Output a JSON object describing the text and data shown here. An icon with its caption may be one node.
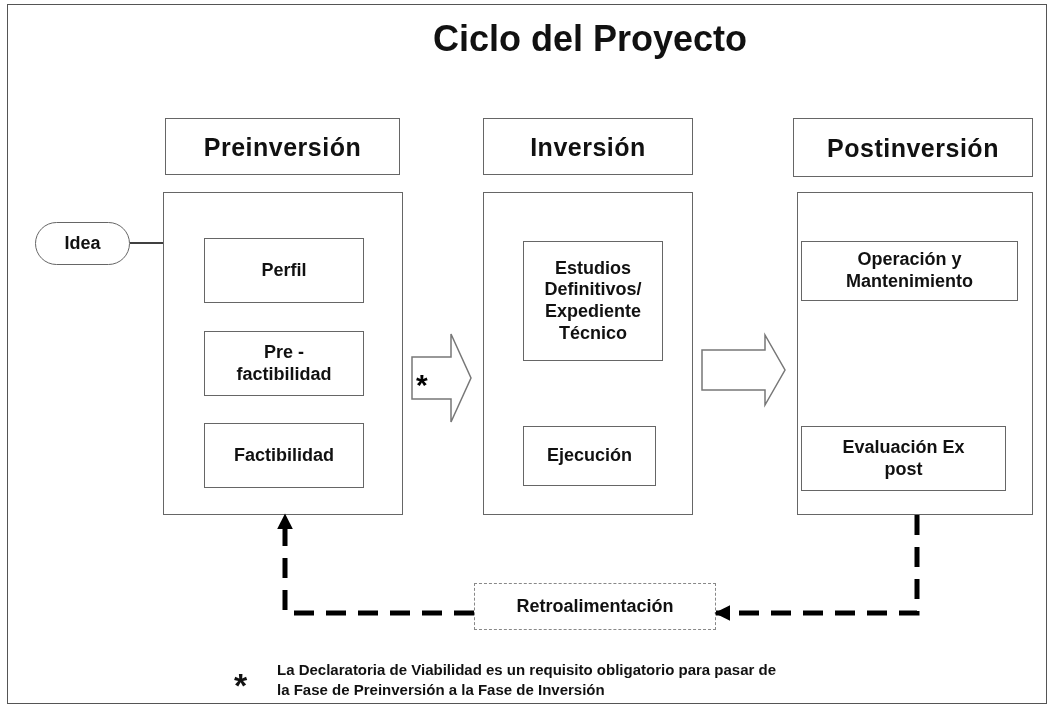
{
  "diagram": {
    "title": "Ciclo del Proyecto",
    "nodes": [
      {
        "text": [
          "Preinversión"
        ]
      },
      {
        "text": [
          "Inversión"
        ]
      },
      {
        "text": [
          "Postinversión"
        ]
      },
      {
        "text": [
          "Idea"
        ]
      },
      {
        "text": [],
        "shape": "box"
      },
      {
        "text": [
          "Perfil"
        ],
        "in": 4
      },
      {
        "text": [
          "Pre - factibilidad"
        ],
        "in": 4
      },
      {
        "text": [
          "Factibilidad"
        ],
        "in": 4
      },
      {
        "text": [],
        "shape": "box"
      },
      {
        "text": [
          "Estudios Definitivos/ Expediente Técnico"
        ],
        "in": 8
      },
      {
        "text": [
          "Ejecución"
        ],
        "in": 8
      },
      {
        "text": [],
        "shape": "box"
      },
      {
        "text": [
          "Operación y Mantenimiento"
        ],
        "in": 11
      },
      {
        "text": [
          "Evaluación Ex post"
        ],
        "in": 11
      },
      {
        "text": [
          "Retroalimentación"
        ]
      }
    ],
    "edges": [
      {
        "from": 3,
        "to": 4,
        "arrow": "none"
      },
      {
        "from": 4,
        "to": 8,
        "arrow": "to",
        "label": "*"
      },
      {
        "from": 8,
        "to": 11,
        "arrow": "to"
      },
      {
        "from": 11,
        "to": 14,
        "arrow": "to",
        "style": "dashed"
      },
      {
        "from": 14,
        "to": 4,
        "arrow": "to",
        "style": "dashed"
      }
    ],
    "labels": [
      "*",
      "La Declaratoria de Viabilidad es un requisito obligatorio para pasar de la Fase de Preinversión a la Fase de Inversión"
    ]
  }
}
